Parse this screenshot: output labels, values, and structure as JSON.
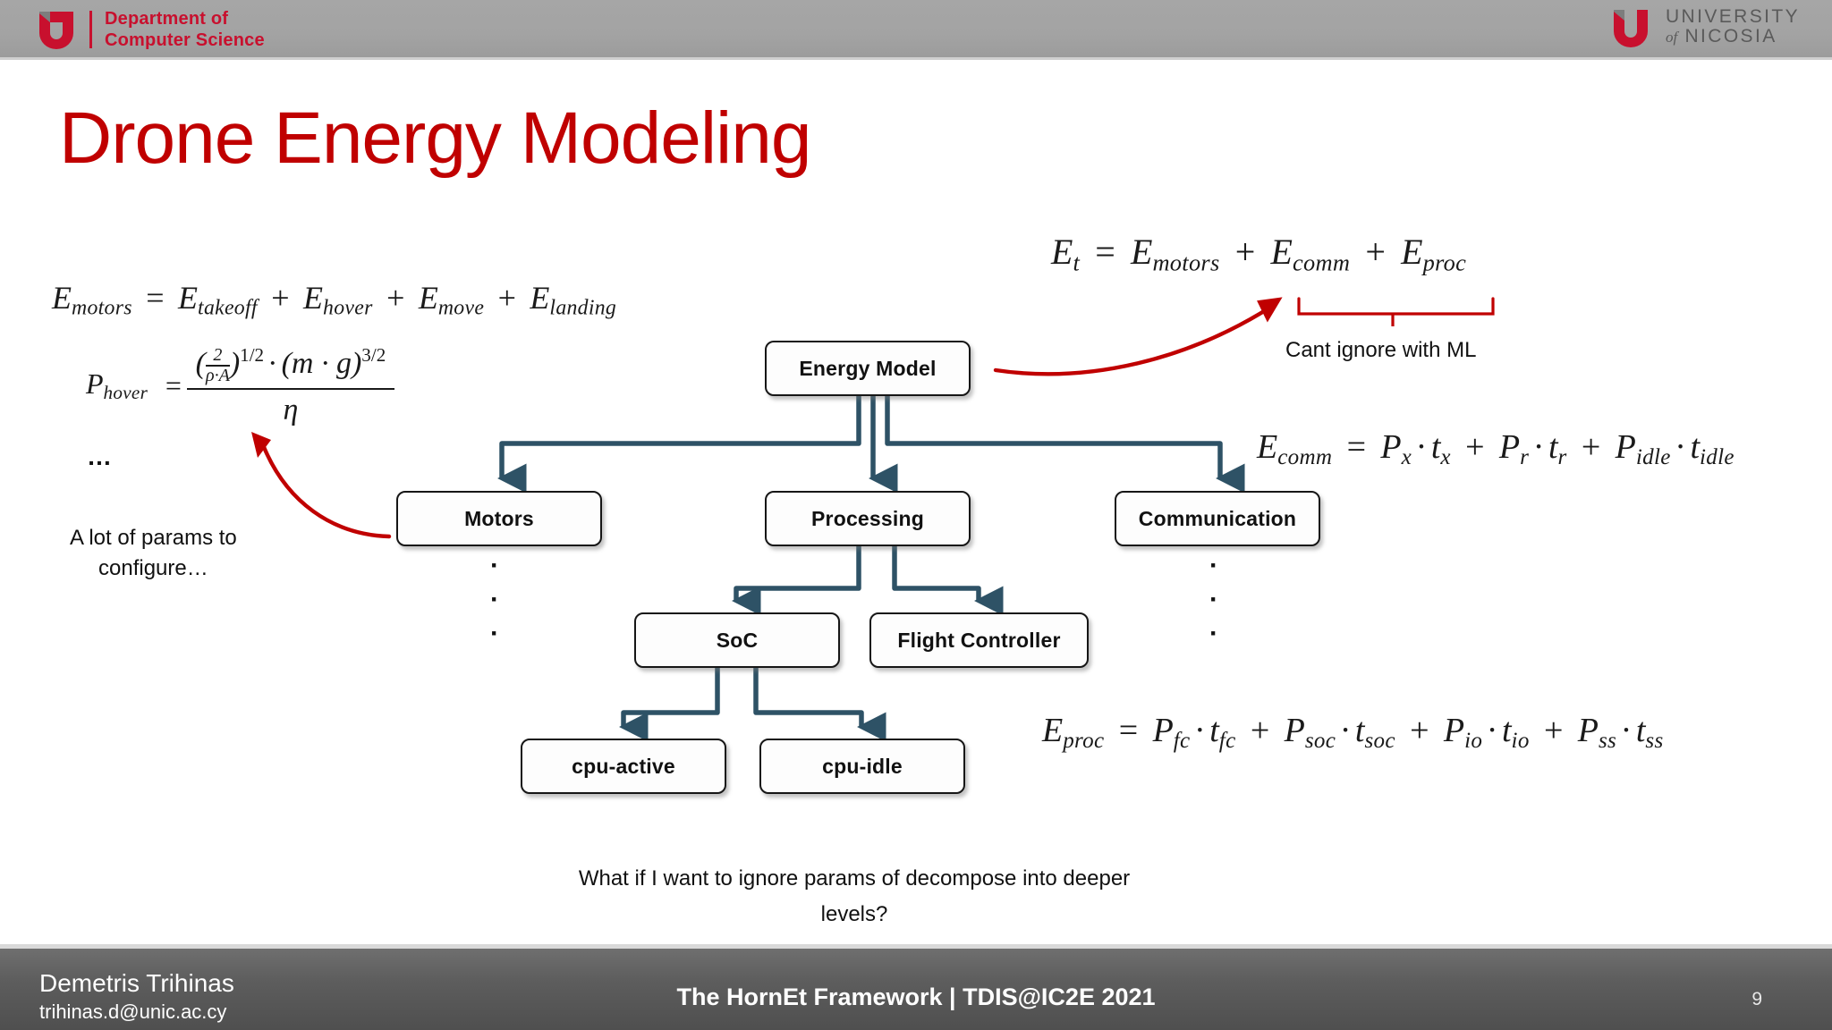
{
  "header": {
    "department_line1": "Department of",
    "department_line2": "Computer Science",
    "university_line1": "UNIVERSITY",
    "university_of": "of",
    "university_line2": "NICOSIA",
    "logo_icon": "uni-u-mark-icon",
    "brand_red": "#c8102e",
    "bar_color": "#a3a3a3"
  },
  "title": "Drone Energy Modeling",
  "title_color": "#c00000",
  "equations": {
    "total": {
      "lhs": "E",
      "lhs_sub": "t",
      "terms": [
        {
          "base": "E",
          "sub": "motors"
        },
        {
          "base": "E",
          "sub": "comm"
        },
        {
          "base": "E",
          "sub": "proc"
        }
      ],
      "plain": "E_t = E_motors + E_comm + E_proc"
    },
    "motors": {
      "lhs": "E",
      "lhs_sub": "motors",
      "terms": [
        {
          "base": "E",
          "sub": "takeoff"
        },
        {
          "base": "E",
          "sub": "hover"
        },
        {
          "base": "E",
          "sub": "move"
        },
        {
          "base": "E",
          "sub": "landing"
        }
      ],
      "plain": "E_motors = E_takeoff + E_hover + E_move + E_landing"
    },
    "hover": {
      "lhs": "P",
      "lhs_sub": "hover",
      "numerator_frac_num": "2",
      "numerator_frac_den_rho": "ρ",
      "numerator_frac_den_dot": "·",
      "numerator_frac_den_A": "A",
      "numerator_exp1": "1/2",
      "numerator_mid_dot": "·",
      "numerator_mg": "m · g",
      "numerator_exp2": "3/2",
      "denominator": "η",
      "plain": "P_hover = ((2/(rho*A))^(1/2) * (m*g)^(3/2)) / eta"
    },
    "comm": {
      "lhs": "E",
      "lhs_sub": "comm",
      "terms": [
        {
          "p": "P",
          "p_sub": "x",
          "t": "t",
          "t_sub": "x"
        },
        {
          "p": "P",
          "p_sub": "r",
          "t": "t",
          "t_sub": "r"
        },
        {
          "p": "P",
          "p_sub": "idle",
          "t": "t",
          "t_sub": "idle"
        }
      ],
      "plain": "E_comm = P_x * t_x + P_r * t_r + P_idle * t_idle"
    },
    "proc": {
      "lhs": "E",
      "lhs_sub": "proc",
      "terms": [
        {
          "p": "P",
          "p_sub": "fc",
          "t": "t",
          "t_sub": "fc"
        },
        {
          "p": "P",
          "p_sub": "soc",
          "t": "t",
          "t_sub": "soc"
        },
        {
          "p": "P",
          "p_sub": "io",
          "t": "t",
          "t_sub": "io"
        },
        {
          "p": "P",
          "p_sub": "ss",
          "t": "t",
          "t_sub": "ss"
        }
      ],
      "plain": "E_proc = P_fc * t_fc + P_soc * t_soc + P_io * t_io + P_ss * t_ss"
    },
    "symbols": {
      "equals": "=",
      "plus": "+",
      "cdot": "·"
    }
  },
  "diagram": {
    "type": "tree",
    "edge_color": "#2e5266",
    "node_border": "#161616",
    "nodes": [
      {
        "id": "energy-model",
        "label": "Energy Model"
      },
      {
        "id": "motors",
        "label": "Motors"
      },
      {
        "id": "processing",
        "label": "Processing"
      },
      {
        "id": "communication",
        "label": "Communication"
      },
      {
        "id": "soc",
        "label": "SoC"
      },
      {
        "id": "flight-controller",
        "label": "Flight Controller"
      },
      {
        "id": "cpu-active",
        "label": "cpu-active"
      },
      {
        "id": "cpu-idle",
        "label": "cpu-idle"
      }
    ],
    "edges": [
      {
        "from": "energy-model",
        "to": "motors"
      },
      {
        "from": "energy-model",
        "to": "processing"
      },
      {
        "from": "energy-model",
        "to": "communication"
      },
      {
        "from": "processing",
        "to": "soc"
      },
      {
        "from": "processing",
        "to": "flight-controller"
      },
      {
        "from": "soc",
        "to": "cpu-active"
      },
      {
        "from": "soc",
        "to": "cpu-idle"
      }
    ],
    "vertical_dots": "···"
  },
  "annotations": {
    "ellipsis": "…",
    "params_line1": "A lot of params to",
    "params_line2": "configure…",
    "ml_note": "Cant ignore with ML",
    "bottom_question": "What if I want to ignore params of decompose into deeper levels?",
    "arrow_color": "#c00000",
    "brace_color": "#c00000"
  },
  "footer": {
    "name": "Demetris Trihinas",
    "email": "trihinas.d@unic.ac.cy",
    "center": "The HornEt Framework | TDIS@IC2E 2021",
    "page_number": "9",
    "bar_color": "#5d5d5d"
  }
}
